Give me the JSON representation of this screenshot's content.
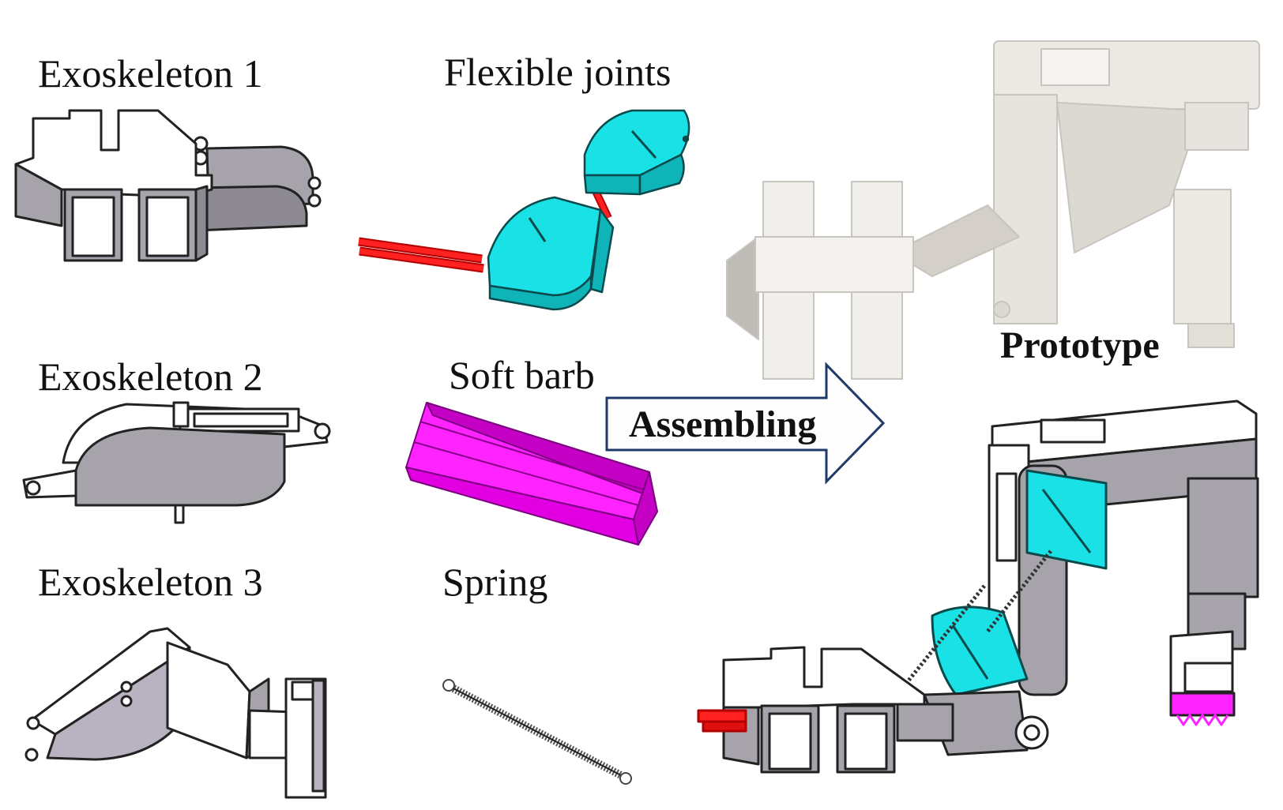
{
  "labels": {
    "exo1": "Exoskeleton 1",
    "exo2": "Exoskeleton 2",
    "exo3": "Exoskeleton 3",
    "joints": "Flexible joints",
    "barb": "Soft barb",
    "spring": "Spring",
    "assembling": "Assembling",
    "prototype": "Prototype"
  },
  "colors": {
    "frame_face": "#ffffff",
    "frame_side": "#a7a3ab",
    "frame_edge": "#222222",
    "joint": "#19e1e6",
    "joint_dark": "#0fb4b8",
    "tendon": "#ff1a1a",
    "barb": "#ff24ff",
    "barb_dark": "#c400c4",
    "arrow_stroke": "#1f3a68",
    "photo": "#ece9e4"
  }
}
